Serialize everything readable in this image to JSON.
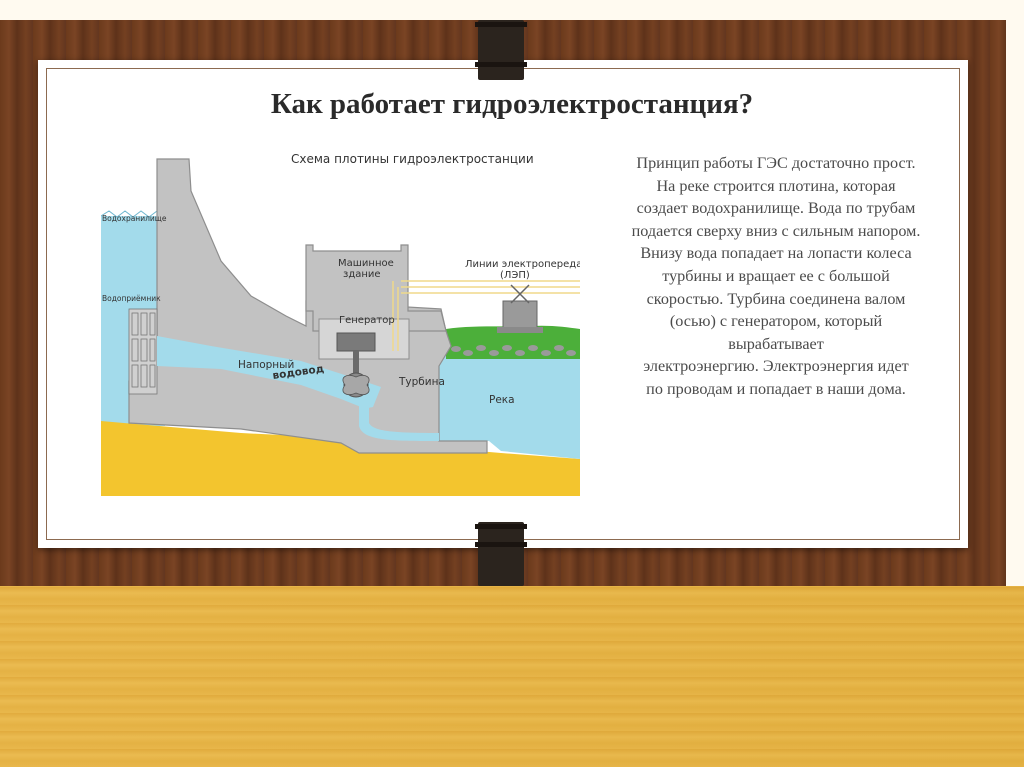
{
  "slide": {
    "title": "Как работает гидроэлектростанция?",
    "description_lines": [
      "Принцип работы ГЭС достаточно прост.",
      "На реке строится плотина, которая",
      "создает водохранилище. Вода по трубам",
      "подается сверху вниз с сильным напором.",
      "Внизу вода попадает на лопасти колеса",
      "турбины и вращает ее с большой",
      "скоростью. Турбина соединена валом",
      "(осью) с генератором, который",
      "вырабатывает",
      "электроэнергию.  Электроэнергия идет",
      "по проводам и попадает в наши дома."
    ]
  },
  "diagram": {
    "title": "Схема плотины гидроэлектростанции",
    "labels": {
      "reservoir": "Водохранилище",
      "intake": "Водоприёмник",
      "machine_hall_1": "Машинное",
      "machine_hall_2": "здание",
      "generator": "Генератор",
      "power_lines_1": "Линии электропередачи",
      "power_lines_2": "(ЛЭП)",
      "penstock_1": "Напорный",
      "penstock_2": "водовод",
      "turbine": "Турбина",
      "river": "Река"
    }
  },
  "colors": {
    "wood": "#6b3a1c",
    "floor": "#f1d47f",
    "water": "#9fd8e8",
    "concrete": "#c2c2c2",
    "ground": "#f3c52e",
    "grass": "#4caf3a"
  }
}
